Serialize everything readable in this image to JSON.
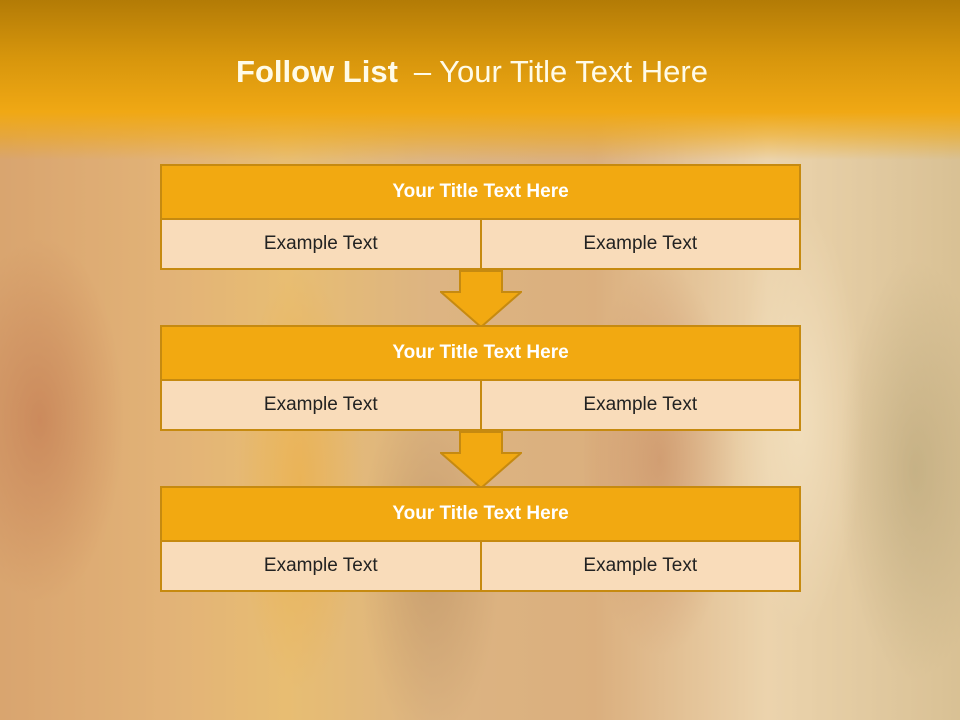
{
  "slide": {
    "title_bold": "Follow List",
    "title_dash": "–",
    "title_rest": "Your Title Text Here"
  },
  "steps": [
    {
      "title": "Your Title Text Here",
      "left": "Example Text",
      "right": "Example Text"
    },
    {
      "title": "Your Title Text Here",
      "left": "Example Text",
      "right": "Example Text"
    },
    {
      "title": "Your Title Text Here",
      "left": "Example Text",
      "right": "Example Text"
    }
  ],
  "colors": {
    "header_orange": "#f0a814",
    "block_title_fill": "#f2a911",
    "cell_fill": "#f9dcba",
    "border": "#c68a10",
    "arrow_fill": "#f2a911"
  },
  "icons": {
    "connector": "down-arrow-icon"
  }
}
